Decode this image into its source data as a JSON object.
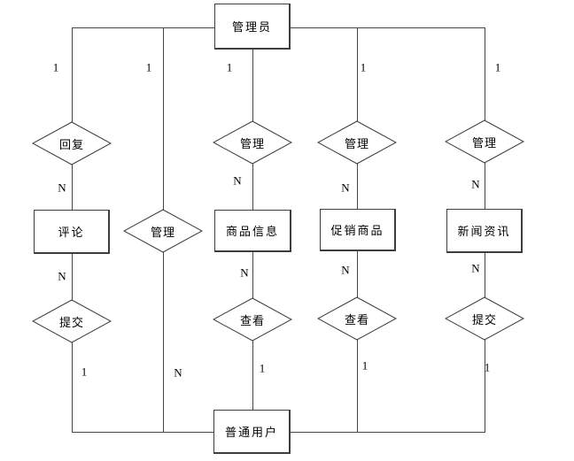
{
  "diagram": {
    "kind": "er-diagram",
    "entities": {
      "admin": {
        "label": "管理员"
      },
      "comment": {
        "label": "评论"
      },
      "product_info": {
        "label": "商品信息"
      },
      "promo_product": {
        "label": "促销商品"
      },
      "news": {
        "label": "新闻资讯"
      },
      "user": {
        "label": "普通用户"
      }
    },
    "relationships": {
      "reply": {
        "label": "回复"
      },
      "manage_user": {
        "label": "管理"
      },
      "manage_product": {
        "label": "管理"
      },
      "manage_promo": {
        "label": "管理"
      },
      "manage_news": {
        "label": "管理"
      },
      "submit_comment": {
        "label": "提交"
      },
      "view_product": {
        "label": "查看"
      },
      "view_promo": {
        "label": "查看"
      },
      "submit_news": {
        "label": "提交"
      }
    },
    "cardinalities": {
      "c1_top": "1",
      "c1_n1": "N",
      "c1_n2": "N",
      "c1_bottom": "1",
      "c2_top": "1",
      "c2_bottom": "N",
      "c3_top": "1",
      "c3_n1": "N",
      "c3_n2": "N",
      "c3_bottom": "1",
      "c4_top": "1",
      "c4_n1": "N",
      "c4_n2": "N",
      "c4_bottom": "1",
      "c5_top": "1",
      "c5_n1": "N",
      "c5_n2": "N",
      "c5_bottom": "1"
    },
    "connections": [
      {
        "from": "管理员",
        "from_card": "1",
        "relationship": "回复",
        "to_card": "N",
        "to": "评论"
      },
      {
        "from": "评论",
        "from_card": "N",
        "relationship": "提交",
        "to_card": "1",
        "to": "普通用户"
      },
      {
        "from": "管理员",
        "from_card": "1",
        "relationship": "管理",
        "to_card": "N",
        "to": "普通用户"
      },
      {
        "from": "管理员",
        "from_card": "1",
        "relationship": "管理",
        "to_card": "N",
        "to": "商品信息"
      },
      {
        "from": "商品信息",
        "from_card": "N",
        "relationship": "查看",
        "to_card": "1",
        "to": "普通用户"
      },
      {
        "from": "管理员",
        "from_card": "1",
        "relationship": "管理",
        "to_card": "N",
        "to": "促销商品"
      },
      {
        "from": "促销商品",
        "from_card": "N",
        "relationship": "查看",
        "to_card": "1",
        "to": "普通用户"
      },
      {
        "from": "管理员",
        "from_card": "1",
        "relationship": "管理",
        "to_card": "N",
        "to": "新闻资讯"
      },
      {
        "from": "新闻资讯",
        "from_card": "N",
        "relationship": "提交",
        "to_card": "1",
        "to": "普通用户"
      }
    ],
    "colors": {
      "background": "#ffffff",
      "line": "#454545",
      "shape_border": "#3d3d3d",
      "shape_fill": "#ffffff",
      "text": "#000000"
    }
  }
}
